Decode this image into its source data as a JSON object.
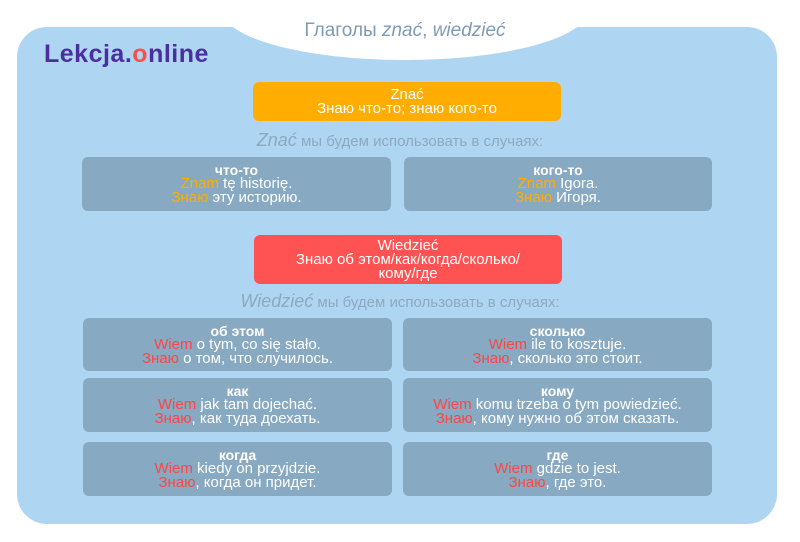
{
  "title": {
    "prefix": "Глаголы ",
    "verb1": "znać",
    "sep": ", ",
    "verb2": "wiedzieć"
  },
  "logo": {
    "part1": "Lekcja.",
    "part2": "o",
    "part3": "nline"
  },
  "znac": {
    "heading": "Znać",
    "meaning": "Знаю что-то; знаю кого-то",
    "usage_verb": "Znać",
    "usage_text": " мы будем использовать в случаях:",
    "cards": [
      {
        "title": "что-то",
        "pl_hl": "Znam",
        "pl_rest": " tę historię.",
        "ru_hl": "Знаю",
        "ru_rest": " эту историю."
      },
      {
        "title": "кого-то",
        "pl_hl": "Znam",
        "pl_rest": " Igora.",
        "ru_hl": "Знаю",
        "ru_rest": " Игоря."
      }
    ]
  },
  "wiedziec": {
    "heading": "Wiedzieć",
    "meaning_line1": "Знаю об этом/как/когда/сколько/",
    "meaning_line2": "кому/где",
    "usage_verb": "Wiedzieć",
    "usage_text": " мы будем использовать в случаях:",
    "cards": [
      {
        "title": "об этом",
        "pl_hl": "Wiem",
        "pl_rest": " o tym, co się stało.",
        "ru_hl": "Знаю",
        "ru_rest": " о том, что случилось."
      },
      {
        "title": "сколько",
        "pl_hl": "Wiem",
        "pl_rest": " ile to kosztuje.",
        "ru_hl": "Знаю",
        "ru_rest": ", сколько это стоит."
      },
      {
        "title": "как",
        "pl_hl": "Wiem",
        "pl_rest": " jak tam dojechać.",
        "ru_hl": "Знаю",
        "ru_rest": ", как туда доехать."
      },
      {
        "title": "кому",
        "pl_hl": "Wiem",
        "pl_rest": " komu trzeba o tym powiedzieć.",
        "ru_hl": "Знаю",
        "ru_rest": ", кому нужно об этом сказать."
      },
      {
        "title": "когда",
        "pl_hl": "Wiem",
        "pl_rest": " kiedy on przyjdzie.",
        "ru_hl": "Знаю",
        "ru_rest": ", когда он придет."
      },
      {
        "title": "где",
        "pl_hl": "Wiem",
        "pl_rest": " gdzie to jest.",
        "ru_hl": "Знаю",
        "ru_rest": ", где это."
      }
    ]
  },
  "colors": {
    "panel": "#aed6f3",
    "orange": "#ffad00",
    "red": "#ff5252",
    "card": "#87a9c1",
    "logo": "#4b2fa0"
  }
}
